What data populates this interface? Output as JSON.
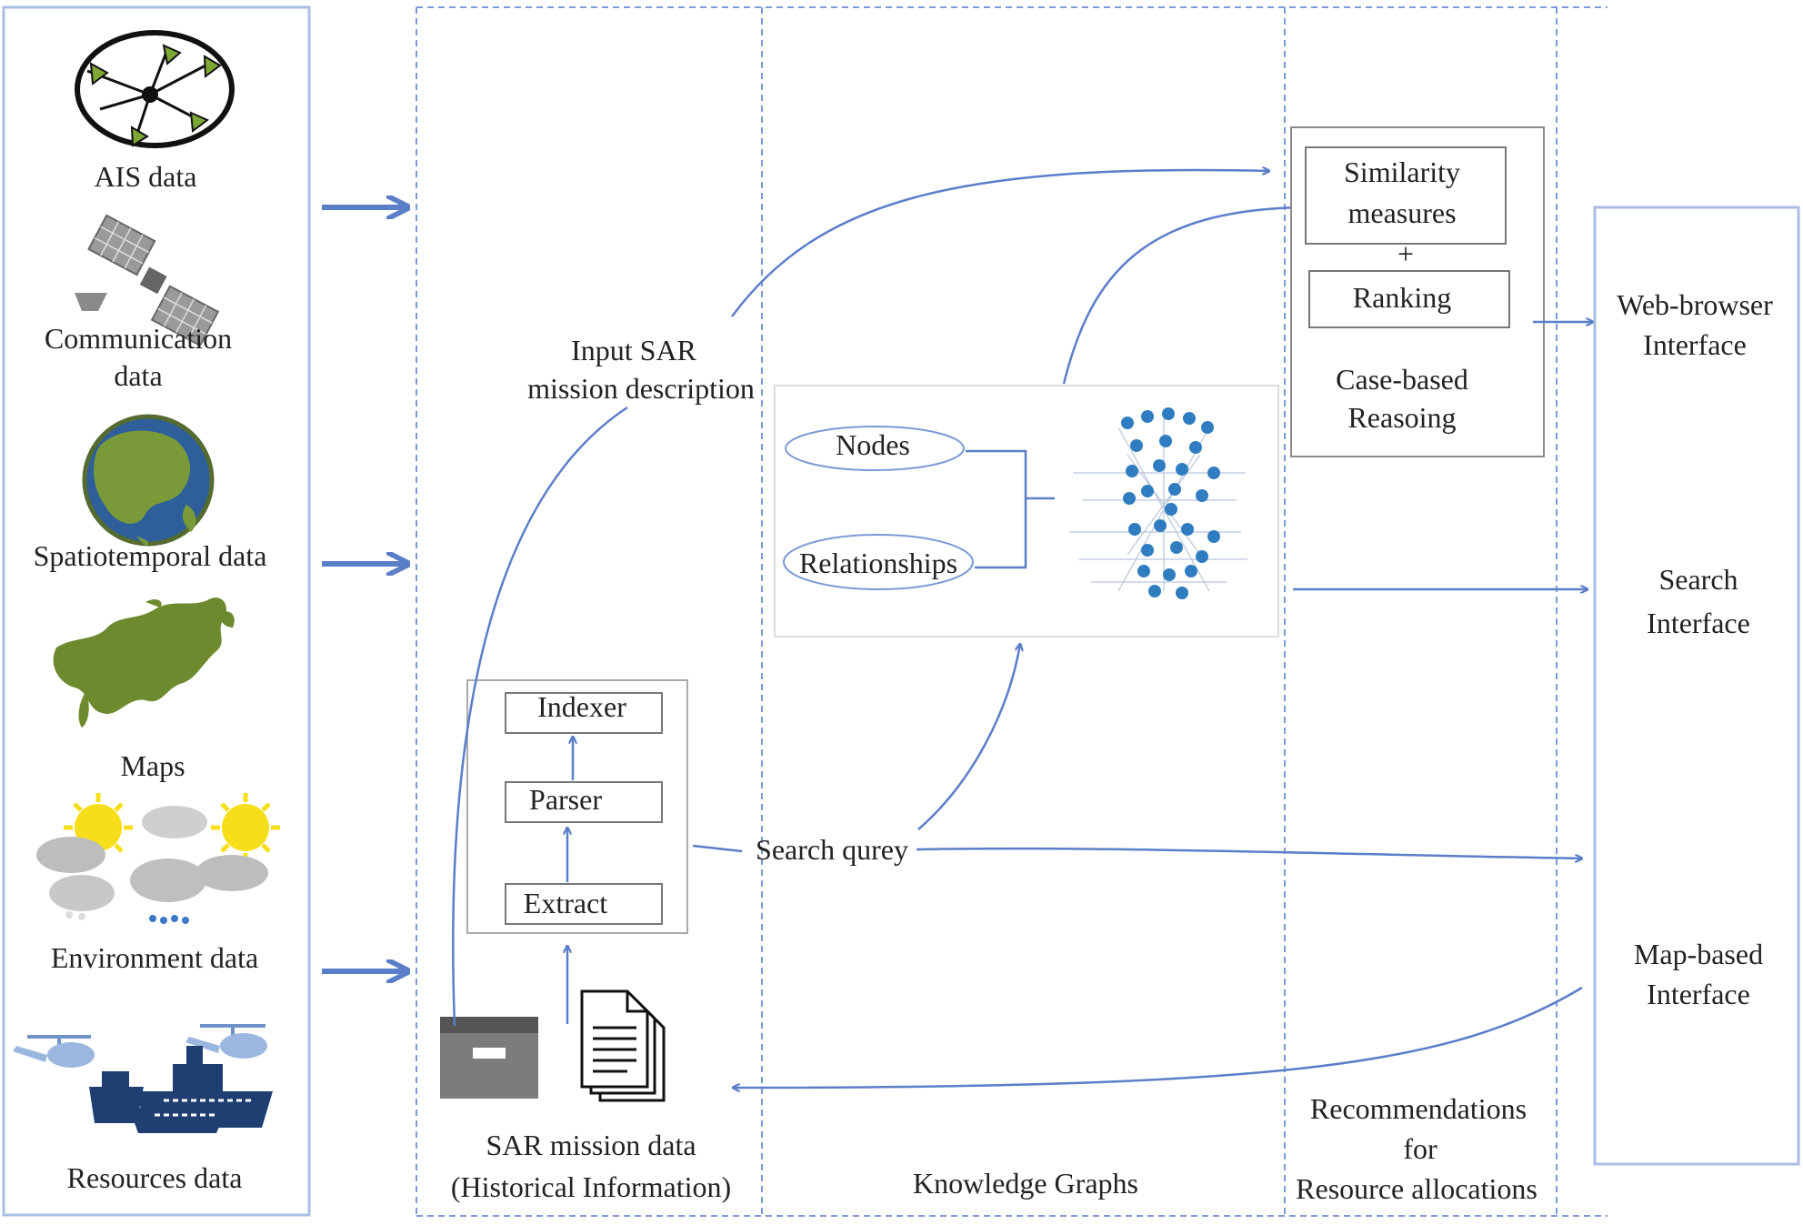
{
  "sources": {
    "ais": "AIS data",
    "comm_line1": "Communication",
    "comm_line2": "data",
    "spatio": "Spatiotemporal data",
    "maps": "Maps",
    "env": "Environment data",
    "resources": "Resources data"
  },
  "pipeline": {
    "indexer": "Indexer",
    "parser": "Parser",
    "extract": "Extract",
    "sar_data_line1": "SAR mission data",
    "sar_data_line2": "(Historical Information)"
  },
  "input_line1": "Input  SAR",
  "input_line2": "mission description",
  "search_query": "Search qurey",
  "kg": {
    "nodes": "Nodes",
    "relationships": "Relationships",
    "title": "Knowledge Graphs"
  },
  "cbr": {
    "similarity_line1": "Similarity",
    "similarity_line2": "measures",
    "plus": "+",
    "ranking": "Ranking",
    "title_line1": "Case-based",
    "title_line2": "Reasoing"
  },
  "recommend": {
    "line1": "Recommendations",
    "line2": "for",
    "line3": "Resource allocations"
  },
  "interfaces": {
    "web_line1": "Web-browser",
    "web_line2": "Interface",
    "search_line1": "Search",
    "search_line2": "Interface",
    "map_line1": "Map-based",
    "map_line2": "Interface"
  }
}
